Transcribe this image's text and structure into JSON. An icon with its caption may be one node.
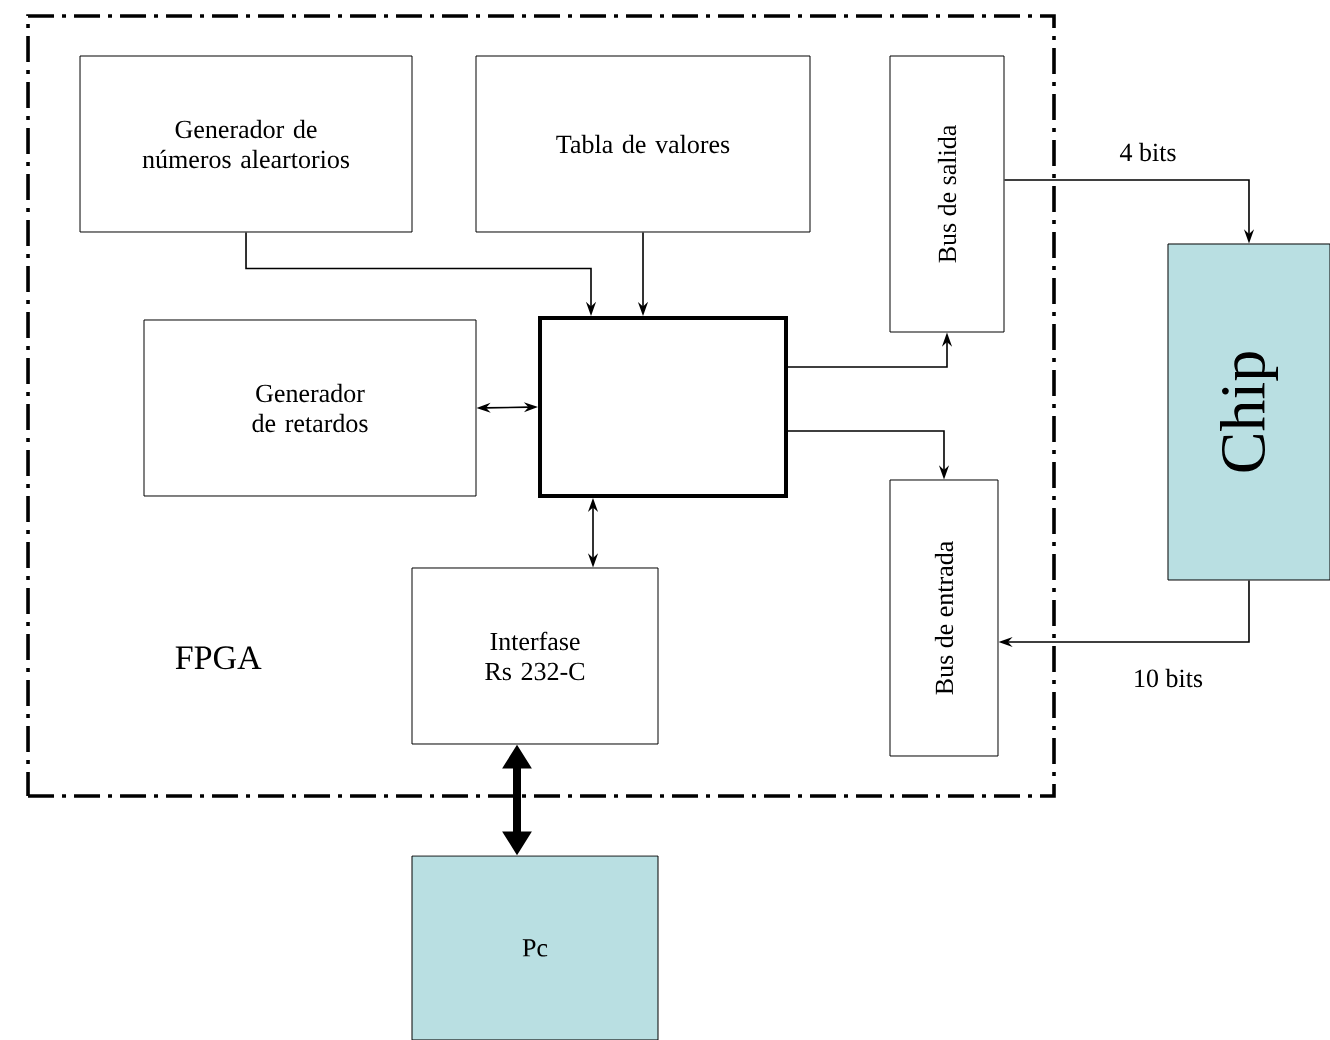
{
  "diagram": {
    "nodes": [
      {
        "text": [
          "FPGA"
        ]
      },
      {
        "text": [
          "Generador de números aleartorios"
        ],
        "in": 0
      },
      {
        "text": [
          "Tabla de valores"
        ],
        "in": 0
      },
      {
        "text": [
          "Bus de salida"
        ],
        "in": 0
      },
      {
        "text": [
          "Generador de retardos"
        ],
        "in": 0
      },
      {
        "text": [],
        "shape": "box",
        "in": 0
      },
      {
        "text": [
          "Bus de entrada"
        ],
        "in": 0
      },
      {
        "text": [
          "Interfase Rs 232-C"
        ],
        "in": 0
      },
      {
        "text": [
          "Chip"
        ]
      },
      {
        "text": [
          "Pc"
        ]
      }
    ],
    "edges": [
      {
        "from": 1,
        "to": 5,
        "arrow": "to"
      },
      {
        "from": 2,
        "to": 5,
        "arrow": "to"
      },
      {
        "from": 4,
        "to": 5,
        "arrow": "both"
      },
      {
        "from": 5,
        "to": 3,
        "arrow": "to"
      },
      {
        "from": 5,
        "to": 6,
        "arrow": "to"
      },
      {
        "from": 5,
        "to": 7,
        "arrow": "both"
      },
      {
        "from": 3,
        "to": 8,
        "arrow": "to",
        "label": "4 bits"
      },
      {
        "from": 8,
        "to": 6,
        "arrow": "to",
        "label": "10 bits"
      },
      {
        "from": 7,
        "to": 9,
        "arrow": "both",
        "style": "thick"
      }
    ]
  }
}
